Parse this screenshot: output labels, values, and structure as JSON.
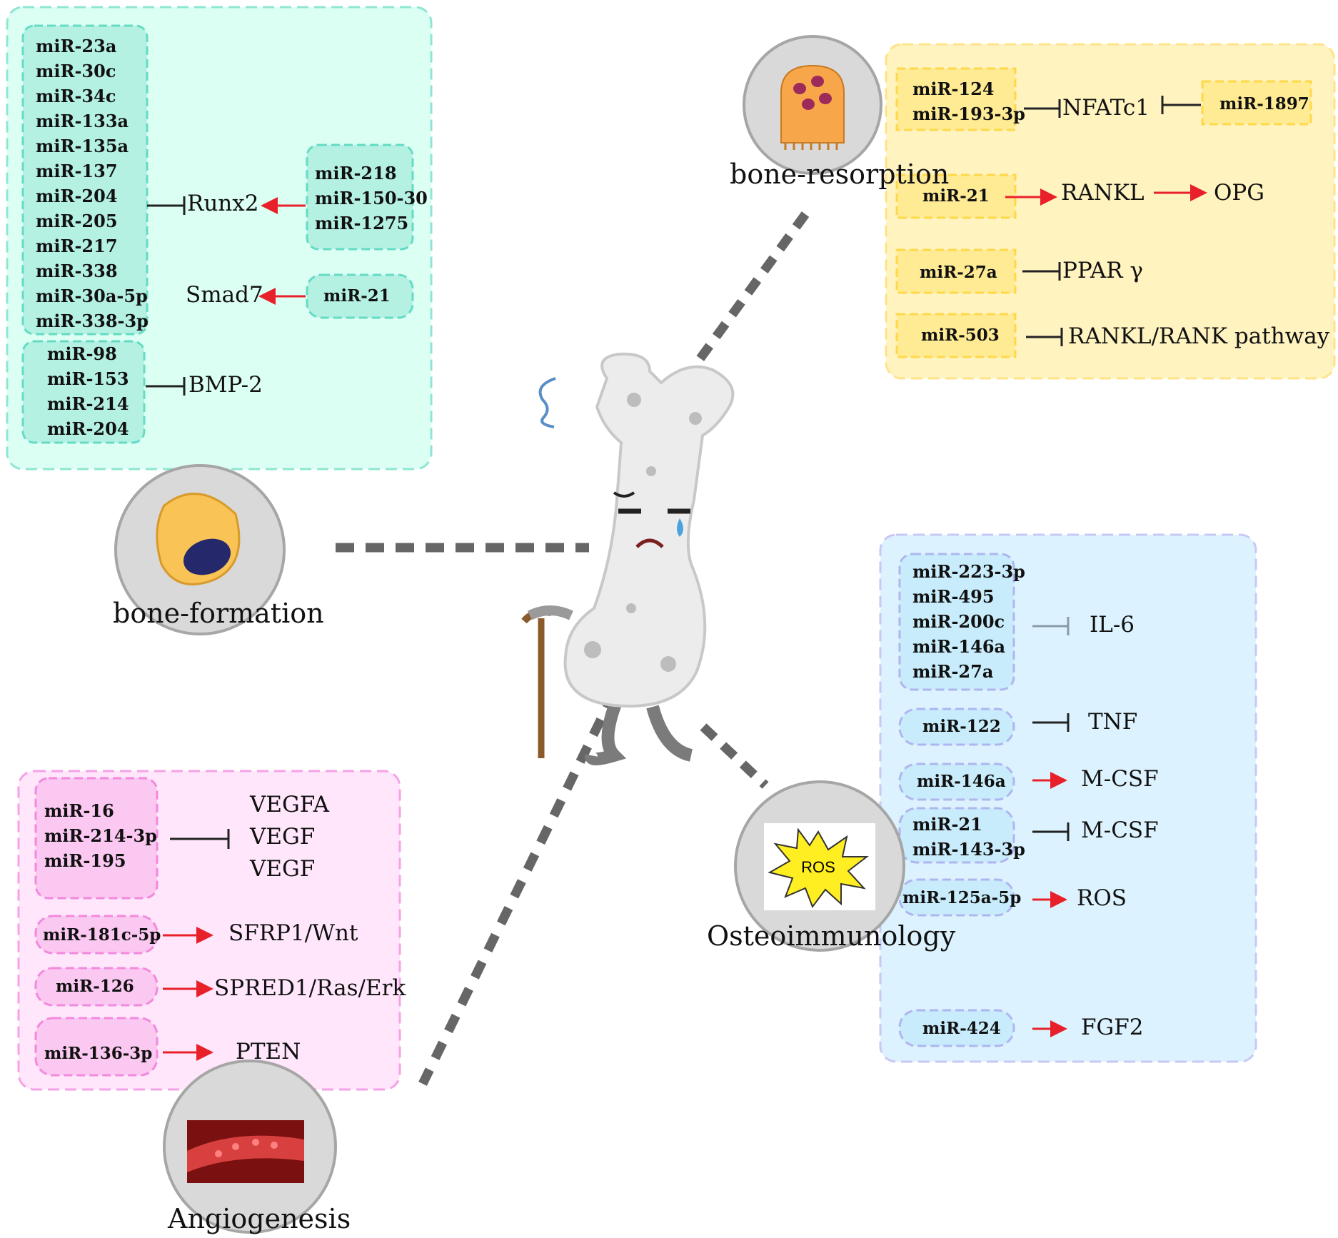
{
  "colors": {
    "formation": "#8fe6d3",
    "formation_fill": "#dcfff4",
    "resorption": "#ffe38a",
    "resorption_fill": "#fff3c0",
    "immunology": "#c9c7f6",
    "immunology_fill": "#dcf3ff",
    "angiogenesis": "#f6a2e7",
    "angiogenesis_fill": "#ffe6fb",
    "arrow_red": "#e8202a",
    "inhibit": "#222222",
    "connector": "#666666"
  },
  "bone_formation": {
    "caption": "bone-formation",
    "runx2_mirs": [
      "miR-23a",
      "miR-30c",
      "miR-34c",
      "miR-133a",
      "miR-135a",
      "miR-137",
      "miR-204",
      "miR-205",
      "miR-217",
      "miR-338",
      "miR-30a-5p",
      "miR-338-3p"
    ],
    "runx2_label": "Runx2",
    "runx2_activators": [
      "miR-218",
      "miR-150-30",
      "miR-1275"
    ],
    "smad7_label": "Smad7",
    "smad7_activator": "miR-21",
    "bmp2_mirs": [
      "miR-98",
      "miR-153",
      "miR-214",
      "miR-204"
    ],
    "bmp2_label": "BMP-2"
  },
  "bone_resorption": {
    "caption": "bone-resorption",
    "nfatc1_mirs": [
      "miR-124",
      "miR-193-3p"
    ],
    "nfatc1_label": "NFATc1",
    "nfatc1_inhibitor": "miR-1897",
    "mir21": "miR-21",
    "rankl_label": "RANKL",
    "opg_label": "OPG",
    "mir27a": "miR-27a",
    "ppar_label": "PPAR γ",
    "mir503": "miR-503",
    "rankl_pathway_label": "RANKL/RANK pathway"
  },
  "osteoimmunology": {
    "caption": "Osteoimmunology",
    "ros_badge": "ROS",
    "il6_mirs": [
      "miR-223-3p",
      "miR-495",
      "miR-200c",
      "miR-146a",
      "miR-27a"
    ],
    "il6_label": "IL-6",
    "mir122": "miR-122",
    "tnf_label": "TNF",
    "mir146a": "miR-146a",
    "mcsf_label_1": "M-CSF",
    "mcsf_mirs": [
      "miR-21",
      "miR-143-3p"
    ],
    "mcsf_label_2": "M-CSF",
    "mir125a": "miR-125a-5p",
    "ros_label": "ROS",
    "mir424": "miR-424",
    "fgf2_label": "FGF2"
  },
  "angiogenesis": {
    "caption": "Angiogenesis",
    "vegf_mirs": [
      "miR-16",
      "miR-214-3p",
      "miR-195"
    ],
    "vegf_targets": [
      "VEGFA",
      "VEGF",
      "VEGF"
    ],
    "mir181c": "miR-181c-5p",
    "sfrp1_label": "SFRP1/Wnt",
    "mir126": "miR-126",
    "spred1_label": "SPRED1/Ras/Erk",
    "mir136": "miR-136-3p",
    "pten_label": "PTEN"
  }
}
